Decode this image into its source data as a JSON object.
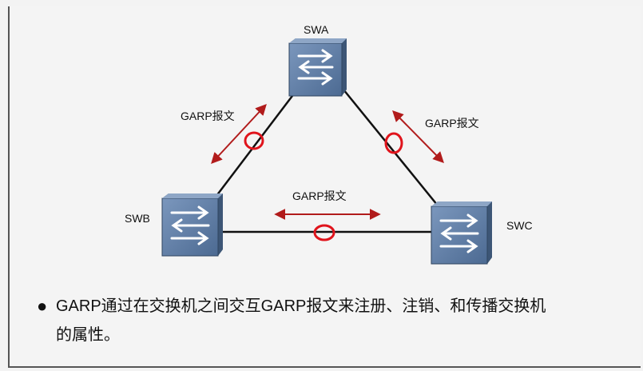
{
  "diagram": {
    "nodes": {
      "swa": "SWA",
      "swb": "SWB",
      "swc": "SWC"
    },
    "messages": {
      "left": "GARP报文",
      "right": "GARP报文",
      "bottom": "GARP报文"
    },
    "colors": {
      "switch_face": "#5f7fa8",
      "switch_side": "#3d5676",
      "arrow": "#b11b1b",
      "annotation": "#e0141c",
      "link": "#111111"
    }
  },
  "bullet": {
    "line1": "GARP通过在交换机之间交互GARP报文来注册、注销、和传播交换机",
    "line2": "的属性。"
  }
}
